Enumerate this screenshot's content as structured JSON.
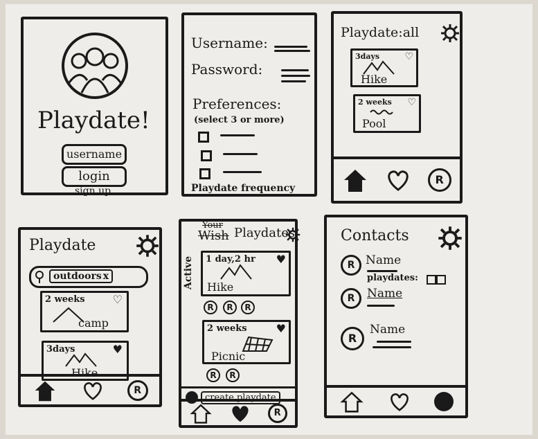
{
  "screen1": {
    "title": "Playdate!",
    "username_button": "username",
    "login_button": "login",
    "signup_link": "sign up"
  },
  "screen2": {
    "username_label": "Username:",
    "password_label": "Password:",
    "preferences_label": "Preferences:",
    "preferences_hint": "(select 3 or more)",
    "frequency_label": "Playdate frequency"
  },
  "screen3": {
    "title": "Playdate:all",
    "cards": [
      {
        "duration": "3days",
        "activity": "Hike"
      },
      {
        "duration": "2 weeks",
        "activity": "Pool"
      }
    ]
  },
  "screen4": {
    "title": "Playdate",
    "search_chip": "outdoors",
    "chip_remove": "x",
    "cards": [
      {
        "duration": "2 weeks",
        "activity": "camp"
      },
      {
        "duration": "3days",
        "activity": "Hike"
      }
    ]
  },
  "screen5": {
    "title_struck": "Your",
    "title_struck2": "Wish",
    "title": "Playdates",
    "side_label": "Active",
    "cards": [
      {
        "duration": "1 day,2 hr",
        "activity": "Hike"
      },
      {
        "duration": "2 weeks",
        "activity": "Picnic"
      }
    ],
    "participant_glyph": "R",
    "create_button": "create playdate"
  },
  "screen6": {
    "title": "Contacts",
    "contacts": [
      {
        "name": "Name",
        "meta": "playdates:"
      },
      {
        "name": "Name"
      },
      {
        "name": "Name"
      }
    ]
  },
  "icons": {
    "avatar_glyph": "R"
  }
}
